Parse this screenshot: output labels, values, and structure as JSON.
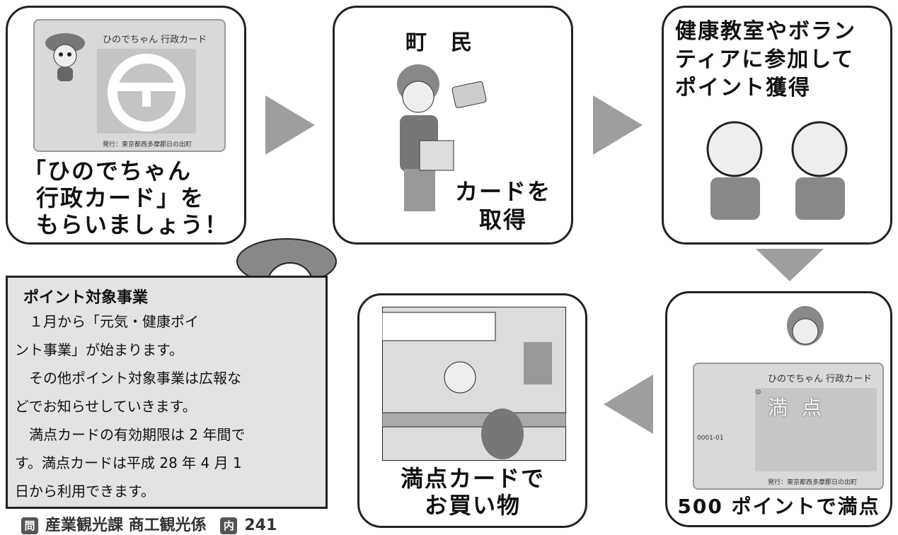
{
  "panels": {
    "card": {
      "line1": "「ひのでちゃん",
      "line2": "行政カード」を",
      "line3": "もらいましょう！"
    },
    "resident": {
      "title": "町　民",
      "caption1": "カードを",
      "caption2": "取得"
    },
    "activity": {
      "line1": "健康教室やボラン",
      "line2": "ティアに参加して",
      "line3": "ポイント獲得"
    },
    "full": {
      "caption": "500 ポイントで満点"
    },
    "shop": {
      "line1": "満点カードで",
      "line2": "お買い物"
    }
  },
  "card_graphic": {
    "title": "ひのでちゃん 行政カード",
    "issuer": "発行：東京都西多摩郡日の出町",
    "full_stamp": "満点",
    "number": "0001-01",
    "stamp_glyph": "ゆ"
  },
  "info": {
    "title": "ポイント対象事業",
    "p1_l1": "　１月から「元気・健康ポイ",
    "p1_l2": "ント事業」が始まります。",
    "p2_l1": "　その他ポイント対象事業は広報な",
    "p2_l2": "どでお知らせしていきます。",
    "p3_l1": "　満点カードの有効期限は 2 年間で",
    "p3_l2": "す。満点カードは平成 28 年 4 月 1",
    "p3_l3": "日から利用できます。"
  },
  "footer": {
    "badge1": "問",
    "text": "産業観光課 商工観光係",
    "badge2": "内",
    "ext": "241"
  },
  "colors": {
    "arrow": "#9e9e9e",
    "card": "#d9d9d9",
    "info_bg": "#e3e3e3"
  }
}
